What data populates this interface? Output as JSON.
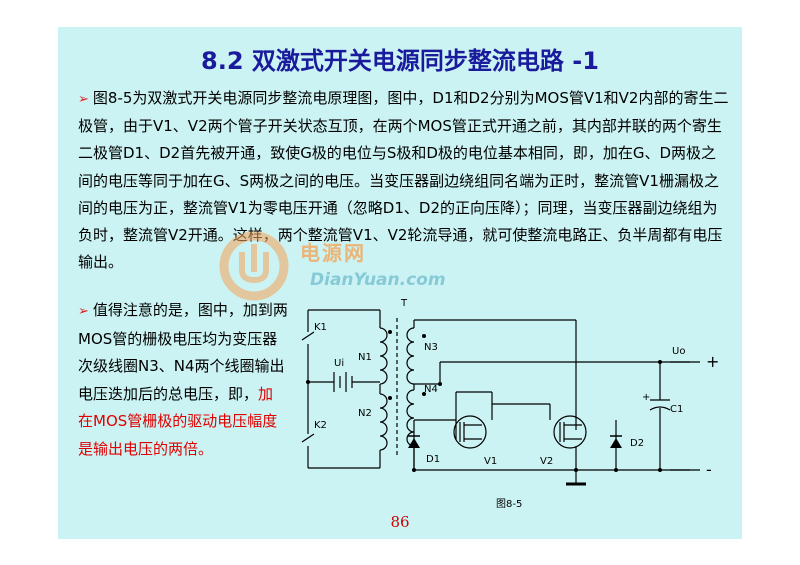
{
  "title": "8.2  双激式开关电源同步整流电路 -1",
  "paragraph1": "图8-5为双激式开关电源同步整流电原理图，图中，D1和D2分别为MOS管V1和V2内部的寄生二极管，由于V1、V2两个管子开关状态互顶，在两个MOS管正式开通之前，其内部并联的两个寄生二极管D1、D2首先被开通，致使G极的电位与S极和D极的电位基本相同，即，加在G、D两极之间的电压等同于加在G、S两极之间的电压。当变压器副边绕组同名端为正时，整流管V1栅漏极之间的电压为正，整流管V1为零电压开通（忽略D1、D2的正向压降）；同理，当变压器副边绕组为负时，整流管V2开通。这样，两个整流管V1、V2轮流导通，就可使整流电路正、负半周都有电压输出。",
  "paragraph2_black": "值得注意的是，图中，加到两MOS管的栅极电压均为变压器次级线圈N3、N4两个线圈输出电压迭加后的总电压，即，",
  "paragraph2_red": "加在MOS管栅极的驱动电压幅度是输出电压的两倍。",
  "bullet_symbol": "➢",
  "page_number": "86",
  "watermark": {
    "cn": "电源网",
    "en": "DianYuan.com"
  },
  "circuit": {
    "T": "T",
    "K1": "K1",
    "K2": "K2",
    "Ui": "Ui",
    "N1": "N1",
    "N2": "N2",
    "N3": "N3",
    "N4": "N4",
    "Uo": "Uo",
    "plus": "+",
    "minus": "-",
    "C1": "C1",
    "D1": "D1",
    "D2": "D2",
    "V1": "V1",
    "V2": "V2",
    "cap_plus": "+",
    "caption": "图8-5"
  }
}
